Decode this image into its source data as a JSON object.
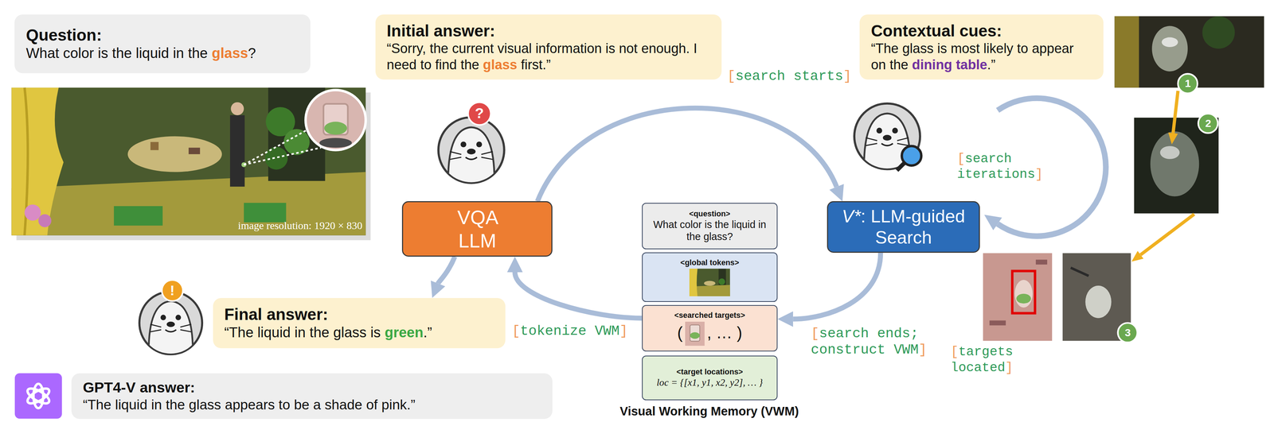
{
  "diagram": {
    "nodes": [
      {
        "text": [
          "Question:",
          "What color is the liquid in the glass?"
        ]
      },
      {
        "text": [
          "Initial answer:",
          "“Sorry, the current visual information is not enough. I need to find the glass first.”"
        ]
      },
      {
        "text": [
          "Contextual cues:",
          "“The glass is most likely to appear on the dining table.”"
        ]
      },
      {
        "text": [
          "VQA LLM"
        ]
      },
      {
        "text": [
          "V*: LLM-guided Search"
        ]
      },
      {
        "text": [
          "<question>",
          "What color is the liquid in the glass?"
        ]
      },
      {
        "text": [
          "<global tokens>"
        ]
      },
      {
        "text": [
          "<searched targets>",
          "(",
          ", … )"
        ]
      },
      {
        "text": [
          "<target locations>",
          "loc = {[x1, y1, x2, y2], … }"
        ]
      },
      {
        "text": [
          "Final answer:",
          "“The liquid in the glass is green.”"
        ]
      },
      {
        "text": [
          "GPT4-V answer:",
          "“The liquid in the glass appears to be a shade of pink.”"
        ]
      }
    ],
    "edges": [
      {
        "from": 3,
        "to": 4,
        "arrow": "to",
        "label": "[search starts]"
      },
      {
        "from": 4,
        "to": 7,
        "arrow": "to",
        "label": "[search ends; construct VWM]"
      },
      {
        "from": 7,
        "to": 3,
        "arrow": "to",
        "label": "[tokenize VWM]"
      },
      {
        "from": 3,
        "to": 9,
        "arrow": "to"
      }
    ],
    "labels": [
      "image resolution: 1920 × 830",
      "?",
      "[search iterations]",
      "1",
      "2",
      "3",
      "[targets located]",
      "Visual Working Memory (VWM)",
      "!"
    ]
  }
}
